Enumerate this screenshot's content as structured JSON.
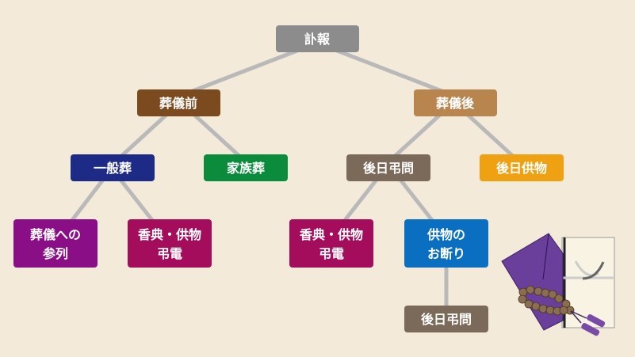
{
  "nodes": {
    "root": {
      "label": "訃報",
      "color": "#8c8c8c"
    },
    "before": {
      "label": "葬儀前",
      "color": "#7b4a1f"
    },
    "after": {
      "label": "葬儀後",
      "color": "#b8854f"
    },
    "general": {
      "label": "一般葬",
      "color": "#1d2a86"
    },
    "family": {
      "label": "家族葬",
      "color": "#0b8c3c"
    },
    "later_visit": {
      "label": "後日弔問",
      "color": "#7b6a5a"
    },
    "later_offering": {
      "label": "後日供物",
      "color": "#f0a112"
    },
    "attend": {
      "line1": "葬儀への",
      "line2": "参列",
      "color": "#8a0f87"
    },
    "condolence_1": {
      "line1": "香典・供物",
      "line2": "弔電",
      "color": "#a30d5b"
    },
    "condolence_2": {
      "line1": "香典・供物",
      "line2": "弔電",
      "color": "#a30d5b"
    },
    "decline": {
      "line1": "供物の",
      "line2": "お断り",
      "color": "#0a6fc0"
    },
    "later_visit_2": {
      "label": "後日弔問",
      "color": "#7b6a5a"
    }
  },
  "illustration": "fukusa-and-juzu-prayer-beads"
}
